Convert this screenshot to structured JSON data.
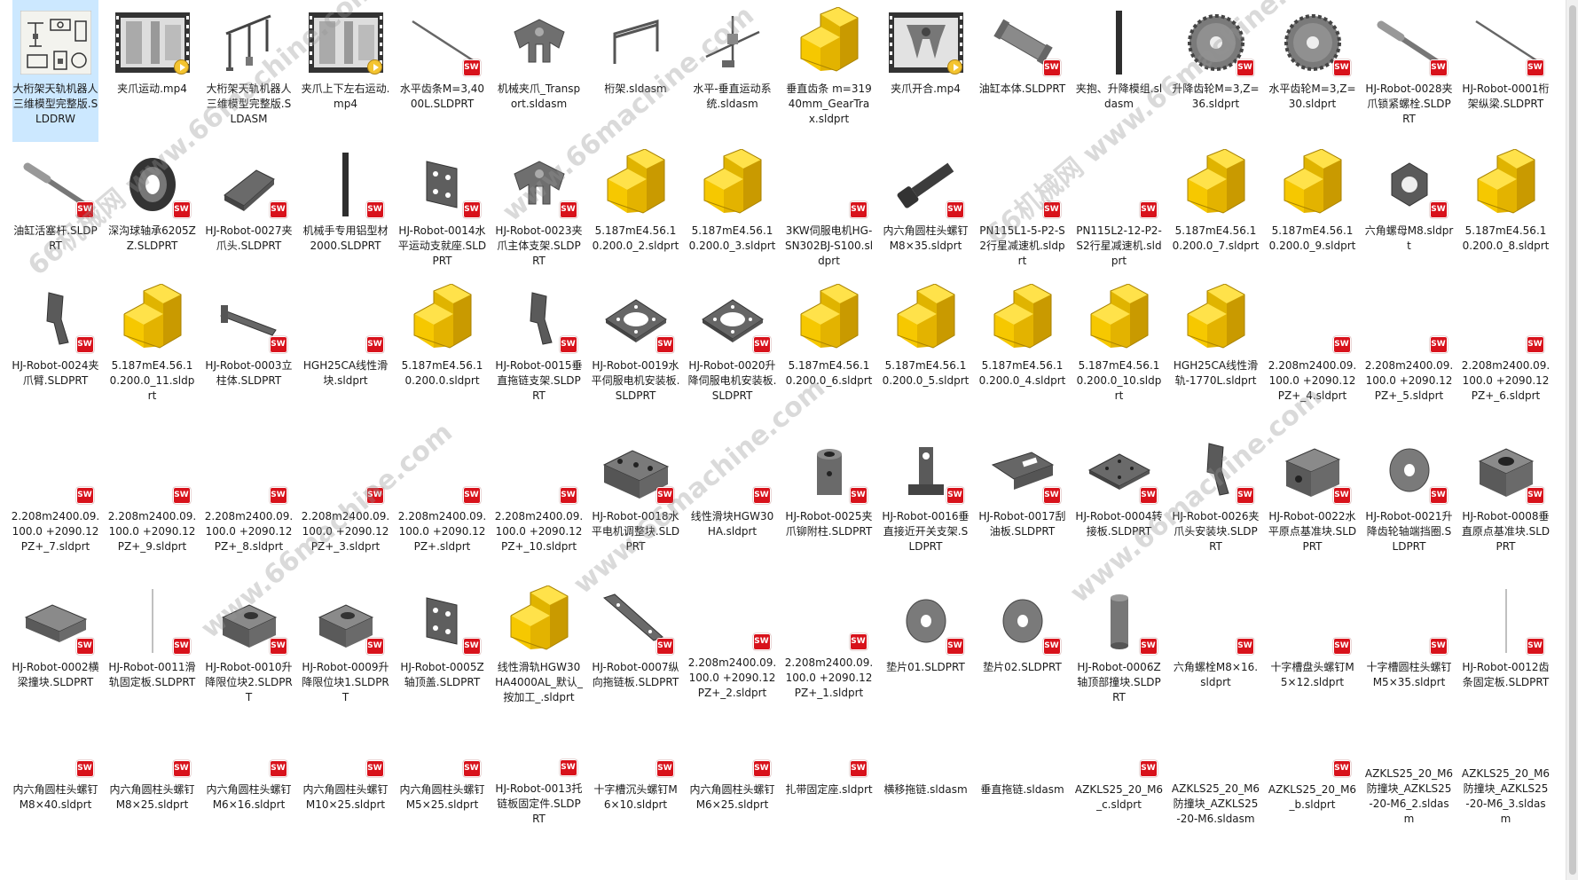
{
  "files": [
    {
      "name": "大桁架天轨机器人三维模型完整版.SLDDRW",
      "thumb": "drawing",
      "badge": "",
      "selected": true
    },
    {
      "name": "夹爪运动.mp4",
      "thumb": "video",
      "badge": "play"
    },
    {
      "name": "大桁架天轨机器人三维模型完整版.SLDASM",
      "thumb": "gantry",
      "badge": ""
    },
    {
      "name": "夹爪上下左右运动.mp4",
      "thumb": "video",
      "badge": "play"
    },
    {
      "name": "水平齿条M=3,4000L.SLDPRT",
      "thumb": "line-diag",
      "badge": "sw"
    },
    {
      "name": "机械夹爪_Transport.sldasm",
      "thumb": "claw",
      "badge": ""
    },
    {
      "name": "桁架.sldasm",
      "thumb": "frame",
      "badge": ""
    },
    {
      "name": "水平-垂直运动系统.sldasm",
      "thumb": "assembly",
      "badge": ""
    },
    {
      "name": "垂直齿条 m=31940mm_GearTrax.sldprt",
      "thumb": "yellow",
      "badge": ""
    },
    {
      "name": "夹爪开合.mp4",
      "thumb": "video-gripper",
      "badge": "play"
    },
    {
      "name": "油缸本体.SLDPRT",
      "thumb": "cylinder",
      "badge": "sw"
    },
    {
      "name": "夹抱、升降模组.sldasm",
      "thumb": "bar-vertical",
      "badge": ""
    },
    {
      "name": "升降齿轮M=3,Z=36.sldprt",
      "thumb": "gear",
      "badge": "sw"
    },
    {
      "name": "水平齿轮M=3,Z=30.sldprt",
      "thumb": "gear",
      "badge": "sw"
    },
    {
      "name": "HJ-Robot-0028夹爪锁紧螺栓.SLDPRT",
      "thumb": "rod-diag",
      "badge": "sw"
    },
    {
      "name": "HJ-Robot-0001桁架纵梁.SLDPRT",
      "thumb": "line-diag",
      "badge": "sw"
    },
    {
      "name": "油缸活塞杆.SLDPRT",
      "thumb": "rod-diag",
      "badge": "sw"
    },
    {
      "name": "深沟球轴承6205ZZ.SLDPRT",
      "thumb": "bearing",
      "badge": "sw"
    },
    {
      "name": "HJ-Robot-0027夹爪头.SLDPRT",
      "thumb": "block-angle",
      "badge": "sw"
    },
    {
      "name": "机械手专用铝型材2000.SLDPRT",
      "thumb": "bar-vertical",
      "badge": "sw"
    },
    {
      "name": "HJ-Robot-0014水平运动支就座.SLDPRT",
      "thumb": "bracket",
      "badge": "sw"
    },
    {
      "name": "HJ-Robot-0023夹爪主体支架.SLDPRT",
      "thumb": "claw",
      "badge": "sw"
    },
    {
      "name": "5.187mE4.56.10.200.0_2.sldprt",
      "thumb": "yellow",
      "badge": ""
    },
    {
      "name": "5.187mE4.56.10.200.0_3.sldprt",
      "thumb": "yellow",
      "badge": ""
    },
    {
      "name": "3KW伺服电机HG-SN302BJ-S100.sldprt",
      "thumb": "blank",
      "badge": "sw"
    },
    {
      "name": "内六角圆柱头螺钉M8×35.sldprt",
      "thumb": "screw",
      "badge": "sw"
    },
    {
      "name": "PN115L1-5-P2-S2行星减速机.sldprt",
      "thumb": "blank",
      "badge": "sw"
    },
    {
      "name": "PN115L2-12-P2-S2行星减速机.sldprt",
      "thumb": "blank",
      "badge": "sw"
    },
    {
      "name": "5.187mE4.56.10.200.0_7.sldprt",
      "thumb": "yellow",
      "badge": ""
    },
    {
      "name": "5.187mE4.56.10.200.0_9.sldprt",
      "thumb": "yellow",
      "badge": ""
    },
    {
      "name": "六角螺母M8.sldprt",
      "thumb": "nut",
      "badge": "sw"
    },
    {
      "name": "5.187mE4.56.10.200.0_8.sldprt",
      "thumb": "yellow",
      "badge": ""
    },
    {
      "name": "HJ-Robot-0024夹爪臂.SLDPRT",
      "thumb": "arm",
      "badge": "sw"
    },
    {
      "name": "5.187mE4.56.10.200.0_11.sldprt",
      "thumb": "yellow",
      "badge": ""
    },
    {
      "name": "HJ-Robot-0003立柱体.SLDPRT",
      "thumb": "column",
      "badge": "sw"
    },
    {
      "name": "HGH25CA线性滑块.sldprt",
      "thumb": "blank",
      "badge": "sw"
    },
    {
      "name": "5.187mE4.56.10.200.0.sldprt",
      "thumb": "yellow",
      "badge": ""
    },
    {
      "name": "HJ-Robot-0015垂直拖链支架.SLDPRT",
      "thumb": "arm",
      "badge": "sw"
    },
    {
      "name": "HJ-Robot-0019水平伺服电机安装板.SLDPRT",
      "thumb": "plate-hole",
      "badge": "sw"
    },
    {
      "name": "HJ-Robot-0020升降伺服电机安装板.SLDPRT",
      "thumb": "plate-hole",
      "badge": "sw"
    },
    {
      "name": "5.187mE4.56.10.200.0_6.sldprt",
      "thumb": "yellow",
      "badge": ""
    },
    {
      "name": "5.187mE4.56.10.200.0_5.sldprt",
      "thumb": "yellow",
      "badge": ""
    },
    {
      "name": "5.187mE4.56.10.200.0_4.sldprt",
      "thumb": "yellow",
      "badge": ""
    },
    {
      "name": "5.187mE4.56.10.200.0_10.sldprt",
      "thumb": "yellow",
      "badge": ""
    },
    {
      "name": "HGH25CA线性滑轨-1770L.sldprt",
      "thumb": "yellow",
      "badge": ""
    },
    {
      "name": "2.208m2400.09.100.0 +2090.12PZ+_4.sldprt",
      "thumb": "blank",
      "badge": "sw"
    },
    {
      "name": "2.208m2400.09.100.0 +2090.12PZ+_5.sldprt",
      "thumb": "blank",
      "badge": "sw"
    },
    {
      "name": "2.208m2400.09.100.0 +2090.12PZ+_6.sldprt",
      "thumb": "blank",
      "badge": "sw"
    },
    {
      "name": "2.208m2400.09.100.0 +2090.12PZ+_7.sldprt",
      "thumb": "blank",
      "badge": "sw"
    },
    {
      "name": "2.208m2400.09.100.0 +2090.12PZ+_9.sldprt",
      "thumb": "blank",
      "badge": "sw"
    },
    {
      "name": "2.208m2400.09.100.0 +2090.12PZ+_8.sldprt",
      "thumb": "blank",
      "badge": "sw"
    },
    {
      "name": "2.208m2400.09.100.0 +2090.12PZ+_3.sldprt",
      "thumb": "blank",
      "badge": "sw"
    },
    {
      "name": "2.208m2400.09.100.0 +2090.12PZ+.sldprt",
      "thumb": "blank",
      "badge": "sw"
    },
    {
      "name": "2.208m2400.09.100.0 +2090.12PZ+_10.sldprt",
      "thumb": "blank",
      "badge": "sw"
    },
    {
      "name": "HJ-Robot-0018水平电机调整块.SLDPRT",
      "thumb": "box-holes",
      "badge": "sw"
    },
    {
      "name": "线性滑块HGW30HA.sldprt",
      "thumb": "blank",
      "badge": "sw"
    },
    {
      "name": "HJ-Robot-0025夹爪铆附柱.SLDPRT",
      "thumb": "tube",
      "badge": "sw"
    },
    {
      "name": "HJ-Robot-0016垂直接近开关支架.SLDPRT",
      "thumb": "tblock",
      "badge": "sw"
    },
    {
      "name": "HJ-Robot-0017刮油板.SLDPRT",
      "thumb": "bent-plate",
      "badge": "sw"
    },
    {
      "name": "HJ-Robot-0004转接板.SLDPRT",
      "thumb": "plate-flat",
      "badge": "sw"
    },
    {
      "name": "HJ-Robot-0026夹爪头安装块.SLDPRT",
      "thumb": "arm",
      "badge": "sw"
    },
    {
      "name": "HJ-Robot-0022水平原点基准块.SLDPRT",
      "thumb": "box-side",
      "badge": "sw"
    },
    {
      "name": "HJ-Robot-0021升降齿轮轴端挡圈.SLDPRT",
      "thumb": "washer",
      "badge": "sw"
    },
    {
      "name": "HJ-Robot-0008垂直原点基准块.SLDPRT",
      "thumb": "box-top",
      "badge": "sw"
    },
    {
      "name": "HJ-Robot-0002横梁撞块.SLDPRT",
      "thumb": "box-flat",
      "badge": "sw"
    },
    {
      "name": "HJ-Robot-0011滑轨固定板.SLDPRT",
      "thumb": "thin-vertical",
      "badge": "sw"
    },
    {
      "name": "HJ-Robot-0010升降限位块2.SLDPRT",
      "thumb": "notch",
      "badge": "sw"
    },
    {
      "name": "HJ-Robot-0009升降限位块1.SLDPRT",
      "thumb": "notch",
      "badge": "sw"
    },
    {
      "name": "HJ-Robot-0005Z轴顶盖.SLDPRT",
      "thumb": "bracket",
      "badge": "sw"
    },
    {
      "name": "线性滑轨HGW30HA4000AL_默认_按加工_.sldprt",
      "thumb": "yellow",
      "badge": ""
    },
    {
      "name": "HJ-Robot-0007纵向拖链板.SLDPRT",
      "thumb": "strip",
      "badge": "sw"
    },
    {
      "name": "2.208m2400.09.100.0 +2090.12PZ+_2.sldprt",
      "thumb": "blank",
      "badge": "sw"
    },
    {
      "name": "2.208m2400.09.100.0 +2090.12PZ+_1.sldprt",
      "thumb": "blank",
      "badge": "sw"
    },
    {
      "name": "垫片01.SLDPRT",
      "thumb": "washer",
      "badge": "sw"
    },
    {
      "name": "垫片02.SLDPRT",
      "thumb": "washer",
      "badge": "sw"
    },
    {
      "name": "HJ-Robot-0006Z轴顶部撞块.SLDPRT",
      "thumb": "cylinder-up",
      "badge": "sw"
    },
    {
      "name": "六角螺栓M8×16.sldprt",
      "thumb": "blank",
      "badge": "sw"
    },
    {
      "name": "十字槽盘头螺钉M5×12.sldprt",
      "thumb": "blank",
      "badge": "sw"
    },
    {
      "name": "十字槽圆柱头螺钉M5×35.sldprt",
      "thumb": "blank",
      "badge": "sw"
    },
    {
      "name": "HJ-Robot-0012齿条固定板.SLDPRT",
      "thumb": "thin-vertical",
      "badge": "sw"
    },
    {
      "name": "内六角圆柱头螺钉M8×40.sldprt",
      "thumb": "blank",
      "badge": "sw"
    },
    {
      "name": "内六角圆柱头螺钉M8×25.sldprt",
      "thumb": "blank",
      "badge": "sw"
    },
    {
      "name": "内六角圆柱头螺钉M6×16.sldprt",
      "thumb": "blank",
      "badge": "sw"
    },
    {
      "name": "内六角圆柱头螺钉M10×25.sldprt",
      "thumb": "blank",
      "badge": "sw"
    },
    {
      "name": "内六角圆柱头螺钉M5×25.sldprt",
      "thumb": "blank",
      "badge": "sw"
    },
    {
      "name": "HJ-Robot-0013托链板固定件.SLDPRT",
      "thumb": "blank",
      "badge": "sw"
    },
    {
      "name": "十字槽沉头螺钉M6×10.sldprt",
      "thumb": "blank",
      "badge": "sw"
    },
    {
      "name": "内六角圆柱头螺钉M6×25.sldprt",
      "thumb": "blank",
      "badge": "sw"
    },
    {
      "name": "扎带固定座.sldprt",
      "thumb": "blank",
      "badge": "sw"
    },
    {
      "name": "横移拖链.sldasm",
      "thumb": "blank",
      "badge": ""
    },
    {
      "name": "垂直拖链.sldasm",
      "thumb": "blank",
      "badge": ""
    },
    {
      "name": "AZKLS25_20_M6_c.sldprt",
      "thumb": "blank",
      "badge": "sw"
    },
    {
      "name": "AZKLS25_20_M6防撞块_AZKLS25-20-M6.sldasm",
      "thumb": "blank",
      "badge": ""
    },
    {
      "name": "AZKLS25_20_M6_b.sldprt",
      "thumb": "blank",
      "badge": "sw"
    },
    {
      "name": "AZKLS25_20_M6防撞块_AZKLS25-20-M6_2.sldasm",
      "thumb": "blank",
      "badge": ""
    },
    {
      "name": "AZKLS25_20_M6防撞块_AZKLS25-20-M6_3.sldasm",
      "thumb": "blank",
      "badge": ""
    }
  ],
  "sw_badge_text": "SW",
  "watermark": "66machine.com",
  "watermark_cn": "66机械网",
  "colors": {
    "selection": "#cce8ff",
    "sw_badge": "#d8121b",
    "yellow_part": "#f6c800",
    "gray_part": "#8a8a8a"
  }
}
